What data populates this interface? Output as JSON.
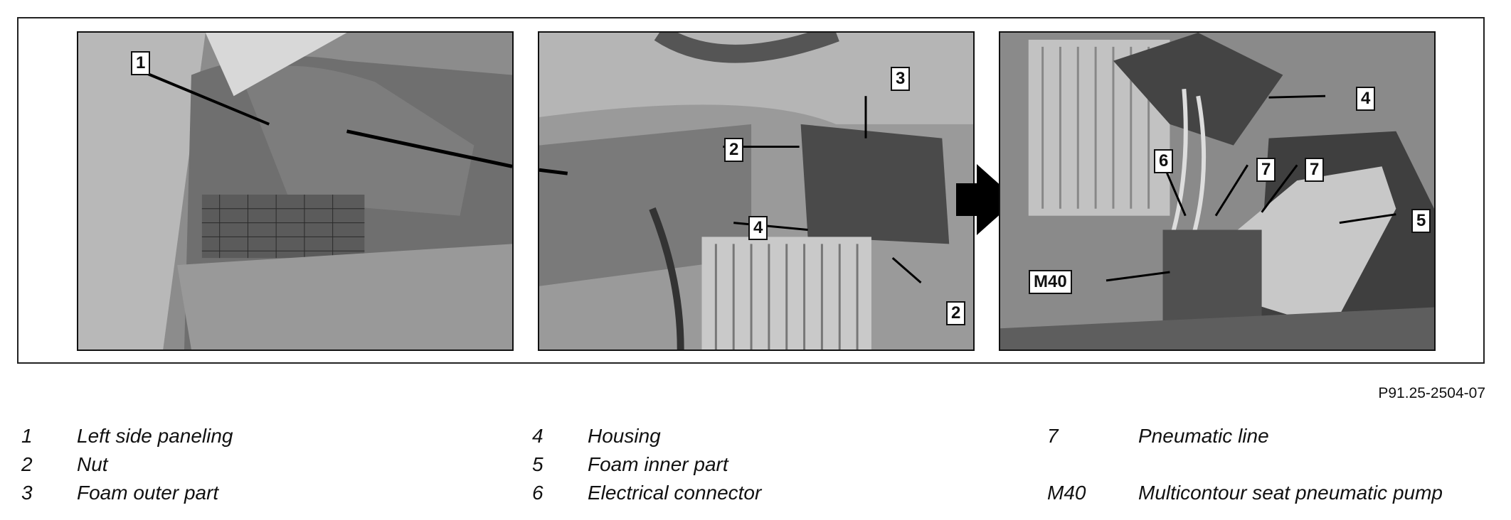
{
  "figure": {
    "reference": "P91.25-2504-07",
    "panels": [
      {
        "callouts": [
          "1"
        ]
      },
      {
        "callouts": [
          "3",
          "2",
          "4",
          "2"
        ]
      },
      {
        "callouts": [
          "4",
          "6",
          "7",
          "7",
          "5",
          "M40"
        ]
      }
    ]
  },
  "legend": {
    "columns": [
      [
        {
          "num": "1",
          "text": "Left side paneling"
        },
        {
          "num": "2",
          "text": "Nut"
        },
        {
          "num": "3",
          "text": "Foam outer part"
        }
      ],
      [
        {
          "num": "4",
          "text": "Housing"
        },
        {
          "num": "5",
          "text": "Foam inner part"
        },
        {
          "num": "6",
          "text": "Electrical connector"
        }
      ],
      [
        {
          "num": "7",
          "text": "Pneumatic line"
        },
        {
          "num": "",
          "text": ""
        },
        {
          "num": "M40",
          "text": "Multicontour seat pneumatic pump"
        }
      ]
    ]
  }
}
